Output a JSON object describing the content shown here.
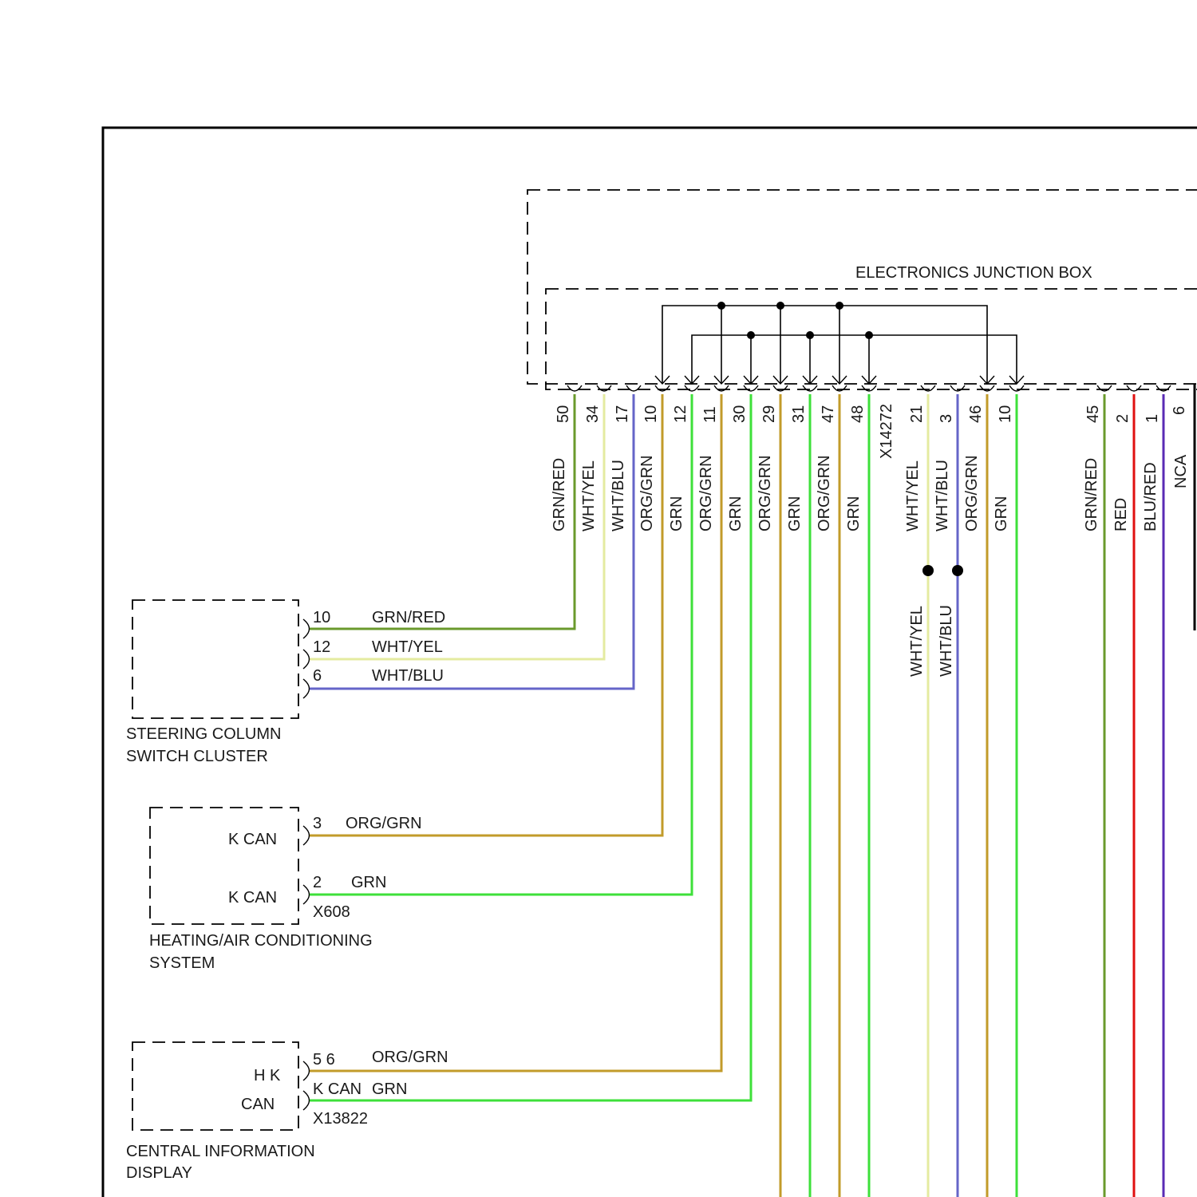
{
  "colors": {
    "GRN": "#3ee03a",
    "GRN/RED": "#6a9a2c",
    "WHT/YEL": "#e4eba0",
    "WHT/BLU": "#6565c8",
    "ORG/GRN": "#c29b2a",
    "RED": "#e01010",
    "BLU/RED": "#5a2bb5",
    "NCA": "#1a1a1a"
  },
  "junction_box": {
    "title": "ELECTRONICS JUNCTION BOX",
    "connector": "X14272",
    "pins": [
      {
        "pin": "50",
        "wire": "GRN/RED"
      },
      {
        "pin": "34",
        "wire": "WHT/YEL"
      },
      {
        "pin": "17",
        "wire": "WHT/BLU"
      },
      {
        "pin": "10",
        "wire": "ORG/GRN"
      },
      {
        "pin": "12",
        "wire": "GRN"
      },
      {
        "pin": "11",
        "wire": "ORG/GRN"
      },
      {
        "pin": "30",
        "wire": "GRN"
      },
      {
        "pin": "29",
        "wire": "ORG/GRN"
      },
      {
        "pin": "31",
        "wire": "GRN"
      },
      {
        "pin": "47",
        "wire": "ORG/GRN"
      },
      {
        "pin": "48",
        "wire": "GRN"
      },
      {
        "pin": "21",
        "wire": "WHT/YEL"
      },
      {
        "pin": "3",
        "wire": "WHT/BLU"
      },
      {
        "pin": "46",
        "wire": "ORG/GRN"
      },
      {
        "pin": "10",
        "wire": "GRN"
      }
    ],
    "pins_right": [
      {
        "pin": "45",
        "wire": "GRN/RED"
      },
      {
        "pin": "2",
        "wire": "RED"
      },
      {
        "pin": "1",
        "wire": "BLU/RED"
      },
      {
        "pin": "6",
        "wire": "NCA"
      }
    ],
    "splice_labels": [
      "WHT/YEL",
      "WHT/BLU"
    ]
  },
  "components": [
    {
      "name_lines": [
        "STEERING COLUMN",
        "SWITCH CLUSTER"
      ],
      "inner_labels": [],
      "connector": "",
      "terminals": [
        {
          "pin": "10",
          "wire": "GRN/RED"
        },
        {
          "pin": "12",
          "wire": "WHT/YEL"
        },
        {
          "pin": "6",
          "wire": "WHT/BLU"
        }
      ]
    },
    {
      "name_lines": [
        "HEATING/AIR CONDITIONING",
        "SYSTEM"
      ],
      "inner_labels": [
        "K CAN",
        "K CAN"
      ],
      "connector": "X608",
      "terminals": [
        {
          "pin": "3",
          "wire": "ORG/GRN"
        },
        {
          "pin": "2",
          "wire": "GRN"
        }
      ]
    },
    {
      "name_lines": [
        "CENTRAL INFORMATION",
        "DISPLAY"
      ],
      "inner_labels": [
        "H K",
        "CAN"
      ],
      "connector": "X13822",
      "terminals": [
        {
          "pin": "5 6",
          "wire": "ORG/GRN"
        },
        {
          "pin": "K CAN",
          "wire": "GRN"
        }
      ]
    }
  ]
}
